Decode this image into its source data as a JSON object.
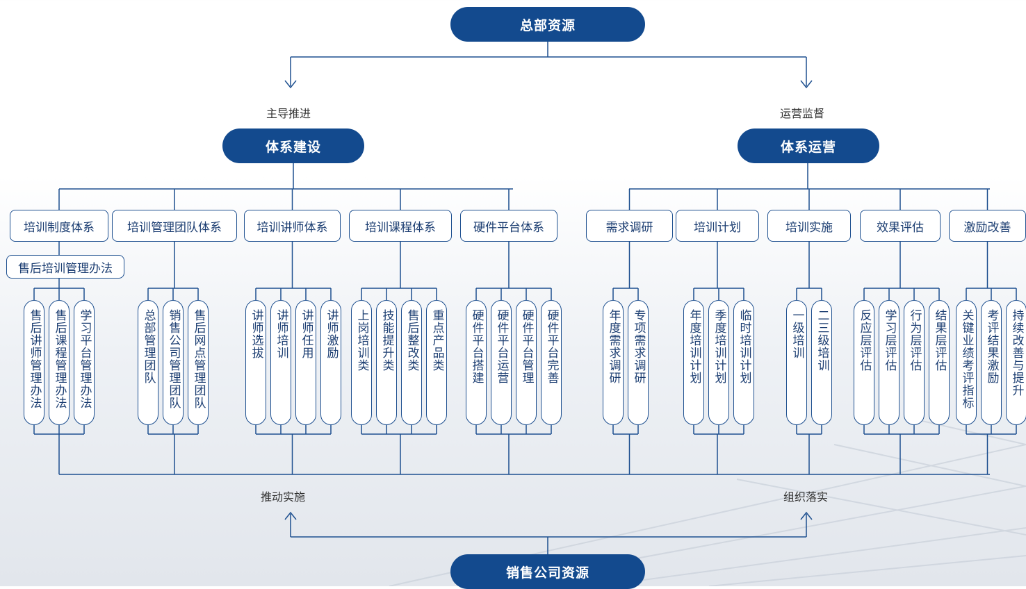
{
  "top_pill": "总部资源",
  "bottom_pill": "销售公司资源",
  "left_top_label": "主导推进",
  "right_top_label": "运营监督",
  "left_bottom_label": "推动实施",
  "right_bottom_label": "组织落实",
  "left_main": "体系建设",
  "right_main": "体系运营",
  "categories": [
    {
      "label": "培训制度体系",
      "sub": "售后培训管理办法",
      "items": [
        "售后讲师管理办法",
        "售后课程管理办法",
        "学习平台管理办法"
      ]
    },
    {
      "label": "培训管理团队体系",
      "items": [
        "总部管理团队",
        "销售公司管理团队",
        "售后网点管理团队"
      ]
    },
    {
      "label": "培训讲师体系",
      "items": [
        "讲师选拔",
        "讲师培训",
        "讲师任用",
        "讲师激励"
      ]
    },
    {
      "label": "培训课程体系",
      "items": [
        "上岗培训类",
        "技能提升类",
        "售后整改类",
        "重点产品类"
      ]
    },
    {
      "label": "硬件平台体系",
      "items": [
        "硬件平台搭建",
        "硬件平台运营",
        "硬件平台管理",
        "硬件平台完善"
      ]
    },
    {
      "label": "需求调研",
      "items": [
        "年度需求调研",
        "专项需求调研"
      ]
    },
    {
      "label": "培训计划",
      "items": [
        "年度培训计划",
        "季度培训计划",
        "临时培训计划"
      ]
    },
    {
      "label": "培训实施",
      "items": [
        "一级培训",
        "二三级培训"
      ]
    },
    {
      "label": "效果评估",
      "items": [
        "反应层评估",
        "学习层评估",
        "行为层评估",
        "结果层评估"
      ]
    },
    {
      "label": "激励改善",
      "items": [
        "关键业绩考评指标",
        "考评结果激励",
        "持续改善与提升"
      ]
    }
  ]
}
